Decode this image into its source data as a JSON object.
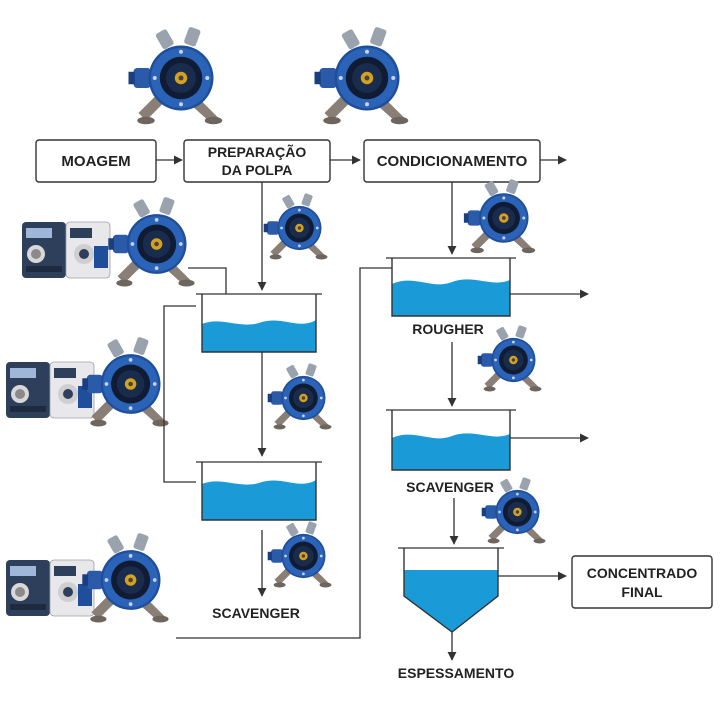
{
  "diagram": {
    "title": "Fluxograma de flotação com bombas peristálticas",
    "colors": {
      "water": "#1a9bd7",
      "stroke": "#333333",
      "text": "#222222",
      "pump_body": "#1f4f9a",
      "pump_base": "#8a7f76",
      "dosing_panel": "#2e3f5c"
    },
    "process_boxes": {
      "moagem": "MOAGEM",
      "preparacao_line1": "PREPARAÇÃO",
      "preparacao_line2": "DA POLPA",
      "condicionamento": "CONDICIONAMENTO",
      "concentrado_line1": "CONCENTRADO",
      "concentrado_line2": "FINAL"
    },
    "tank_labels": {
      "rougher": "ROUGHER",
      "scavenger_right": "SCAVENGER",
      "scavenger_left": "SCAVENGER",
      "espessamento": "ESPESSAMENTO"
    },
    "equipment": [
      {
        "type": "peristaltic-pump",
        "location": "above MOAGEM/PREPARAÇÃO"
      },
      {
        "type": "peristaltic-pump",
        "location": "above CONDICIONAMENTO"
      },
      {
        "type": "peristaltic-pump",
        "location": "feed to first left tank"
      },
      {
        "type": "peristaltic-pump",
        "location": "between left tanks"
      },
      {
        "type": "peristaltic-pump",
        "location": "below second left tank"
      },
      {
        "type": "peristaltic-pump",
        "location": "feed to ROUGHER"
      },
      {
        "type": "peristaltic-pump",
        "location": "between ROUGHER and SCAVENGER"
      },
      {
        "type": "peristaltic-pump",
        "location": "between SCAVENGER and ESPESSAMENTO"
      },
      {
        "type": "dosing-pump-set",
        "location": "left, row 1"
      },
      {
        "type": "dosing-pump-set",
        "location": "left, row 2"
      },
      {
        "type": "dosing-pump-set",
        "location": "left, row 3"
      }
    ]
  }
}
